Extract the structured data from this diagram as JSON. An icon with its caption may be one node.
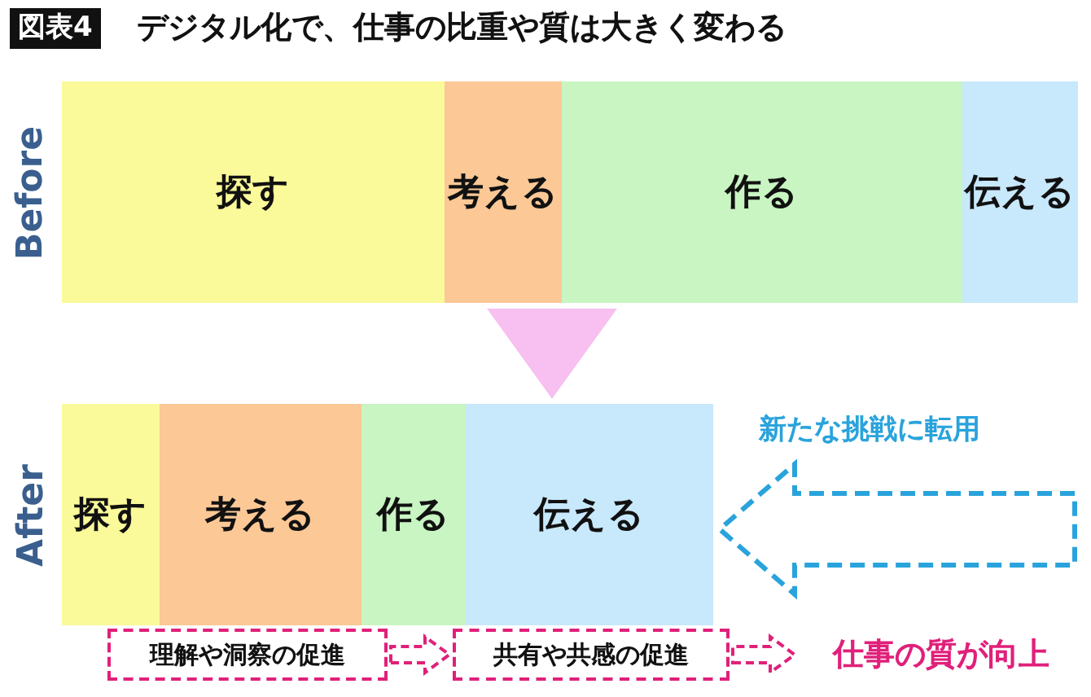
{
  "diagram": {
    "title": "デジタル化で、仕事の比重や質は大きく変わる",
    "nodes": [
      {
        "text": [
          "Before"
        ]
      },
      {
        "text": [
          "探す"
        ],
        "in": 0
      },
      {
        "text": [
          "考える"
        ],
        "in": 0
      },
      {
        "text": [
          "作る"
        ],
        "in": 0
      },
      {
        "text": [
          "伝える"
        ],
        "in": 0
      },
      {
        "text": [
          "After"
        ]
      },
      {
        "text": [
          "探す"
        ],
        "in": 5
      },
      {
        "text": [
          "考える"
        ],
        "in": 5
      },
      {
        "text": [
          "作る"
        ],
        "in": 5
      },
      {
        "text": [
          "伝える"
        ],
        "in": 5
      },
      {
        "text": [
          "理解や洞察の促進"
        ]
      },
      {
        "text": [
          "共有や共感の促進"
        ]
      },
      {
        "text": [
          "仕事の質が向上"
        ]
      }
    ],
    "edges": [
      {
        "from": 0,
        "to": 5,
        "arrow": "to",
        "color": "#f7c0f0"
      },
      {
        "from": null,
        "to": 5,
        "arrow": "to",
        "style": "dashed",
        "color": "#29a3dc"
      },
      {
        "from": 10,
        "to": 11,
        "arrow": "to",
        "style": "dashed",
        "color": "#e0207a"
      },
      {
        "from": 11,
        "to": 12,
        "arrow": "to",
        "style": "dashed",
        "color": "#e0207a"
      }
    ],
    "labels": [
      "図表4",
      "新たな挑戦に転用"
    ]
  }
}
